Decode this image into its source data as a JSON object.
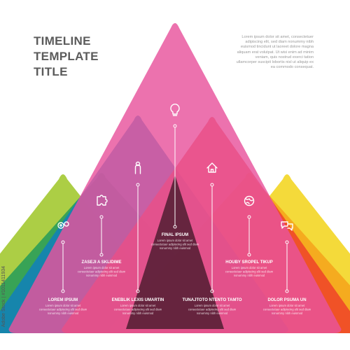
{
  "title": {
    "line1": "TIMELINE",
    "line2": "TEMPLATE",
    "line3": "TITLE"
  },
  "intro_text": "Lorem ipsum dolor sit amet, consectetuer adipiscing elit, sed diam nonummy nibh euismod tincidunt ut laoreet dolore magna aliquam erat volutpat. Ut wisi enim ad minim veniam, quis nostrud exerci tation ullamcorper suscipit lobortis nisl ut aliquip ex ea commodo consequat.",
  "body_text": "Lorem ipsum dolor sit amet consectetuer adipiscing elit sed diam nonummy nibh euismod",
  "milestones": [
    {
      "label": "LOREM IPSUM",
      "icon": "gears-icon",
      "color": "#9ac31c"
    },
    {
      "label": "ZASEJI A SKLIDIME",
      "icon": "puzzle-icon",
      "color": "#1e9a5a"
    },
    {
      "label": "ENEBLIK LEXIS UMARTIN",
      "icon": "person-icon",
      "color": "#0f7fc0"
    },
    {
      "label": "FINAL IPSUM",
      "icon": "lightbulb-icon",
      "color": "#e8539c"
    },
    {
      "label": "TUNAJTOTO NTENTO TAMTO",
      "icon": "house-icon",
      "color": "#ef3e2a"
    },
    {
      "label": "HOUBY SROPEL TIKUP",
      "icon": "globe-icon",
      "color": "#f5a01a"
    },
    {
      "label": "DOLOR PSUMA UN",
      "icon": "speech-bubbles-icon",
      "color": "#f2d20f"
    }
  ],
  "credits": {
    "stock_id": "Adobe Stock | #1011411934"
  }
}
